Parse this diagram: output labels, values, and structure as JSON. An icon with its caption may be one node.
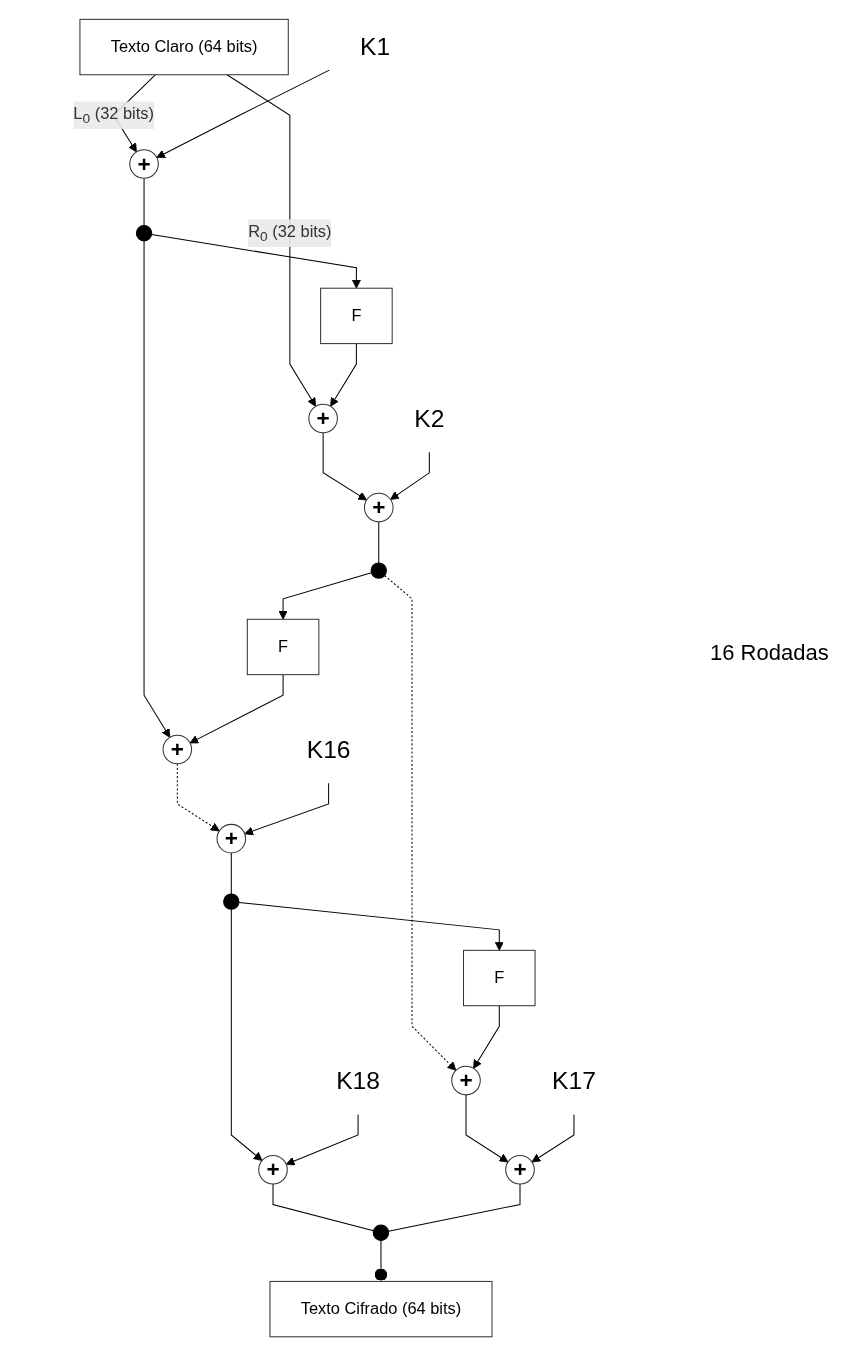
{
  "diagram": {
    "nodes": [
      {
        "text": [
          "Texto Claro (64 bits)"
        ]
      },
      {
        "text": [
          "K1"
        ]
      },
      {
        "text": [
          "+"
        ]
      },
      {
        "text": [],
        "shape": "circle"
      },
      {
        "text": [
          "F"
        ]
      },
      {
        "text": [
          "+"
        ]
      },
      {
        "text": [
          "K2"
        ]
      },
      {
        "text": [
          "+"
        ]
      },
      {
        "text": [],
        "shape": "circle"
      },
      {
        "text": [
          "F"
        ]
      },
      {
        "text": [
          "+"
        ]
      },
      {
        "text": [
          "K16"
        ]
      },
      {
        "text": [
          "+"
        ]
      },
      {
        "text": [],
        "shape": "circle"
      },
      {
        "text": [
          "F"
        ]
      },
      {
        "text": [
          "+"
        ]
      },
      {
        "text": [
          "K18"
        ]
      },
      {
        "text": [
          "+"
        ]
      },
      {
        "text": [
          "K17"
        ]
      },
      {
        "text": [
          "+"
        ]
      },
      {
        "text": [],
        "shape": "circle"
      },
      {
        "text": [
          "Texto Cifrado (64 bits)"
        ]
      }
    ],
    "edges": [
      {
        "from": 0,
        "to": 2,
        "arrow": "to",
        "label": "L$_{0}$ (32 bits)"
      },
      {
        "from": 0,
        "to": 5,
        "arrow": "to",
        "label": "R$_{0}$ (32 bits)"
      },
      {
        "from": 1,
        "to": 2,
        "arrow": "to"
      },
      {
        "from": 2,
        "to": 3,
        "arrow": "none"
      },
      {
        "from": 3,
        "to": 4,
        "arrow": "to"
      },
      {
        "from": 4,
        "to": 5,
        "arrow": "to"
      },
      {
        "from": 3,
        "to": 10,
        "arrow": "to"
      },
      {
        "from": 5,
        "to": 7,
        "arrow": "to"
      },
      {
        "from": 6,
        "to": 7,
        "arrow": "to"
      },
      {
        "from": 7,
        "to": 8,
        "arrow": "none"
      },
      {
        "from": 8,
        "to": 9,
        "arrow": "to"
      },
      {
        "from": 9,
        "to": 10,
        "arrow": "to"
      },
      {
        "from": 8,
        "to": 15,
        "arrow": "to",
        "style": "dashed"
      },
      {
        "from": 10,
        "to": 12,
        "arrow": "to",
        "style": "dashed"
      },
      {
        "from": 11,
        "to": 12,
        "arrow": "to"
      },
      {
        "from": 12,
        "to": 13,
        "arrow": "none"
      },
      {
        "from": 13,
        "to": 14,
        "arrow": "to"
      },
      {
        "from": 14,
        "to": 15,
        "arrow": "to"
      },
      {
        "from": 13,
        "to": 17,
        "arrow": "to"
      },
      {
        "from": 15,
        "to": 19,
        "arrow": "to"
      },
      {
        "from": 16,
        "to": 17,
        "arrow": "to"
      },
      {
        "from": 18,
        "to": 19,
        "arrow": "to"
      },
      {
        "from": 17,
        "to": 20,
        "arrow": "none"
      },
      {
        "from": 19,
        "to": 20,
        "arrow": "none"
      },
      {
        "from": 20,
        "to": 21,
        "arrow": "other"
      }
    ],
    "labels": [
      "16 Rodadas"
    ]
  }
}
